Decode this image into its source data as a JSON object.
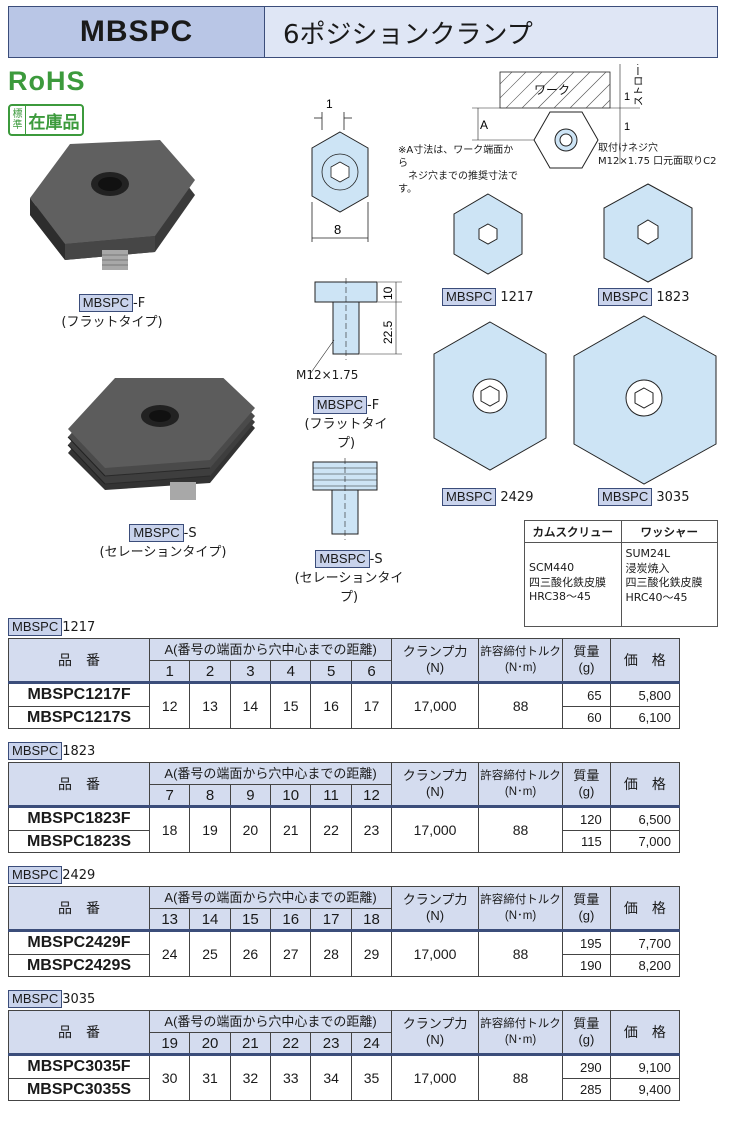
{
  "header": {
    "code": "MBSPC",
    "title": "6ポジションクランプ"
  },
  "badges": {
    "rohs": "RoHS",
    "std_top": "標",
    "std_bottom": "準",
    "stock": "在庫品"
  },
  "photos": {
    "flat_code": "MBSPC",
    "flat_suffix": "-F",
    "flat_type": "(フラットタイプ)",
    "serr_code": "MBSPC",
    "serr_suffix": "-S",
    "serr_type": "(セレーションタイプ)"
  },
  "drawing": {
    "dim_1": "1",
    "dim_8": "8",
    "dim_10": "10",
    "dim_22_5": "22.5",
    "thread": "M12×1.75",
    "flat_code": "MBSPC",
    "flat_suffix": "-F",
    "flat_type": "(フラットタイプ)",
    "serr_code": "MBSPC",
    "serr_suffix": "-S",
    "serr_type": "(セレーションタイプ)",
    "work": "ワーク",
    "stroke": "ストローク",
    "dim_A": "A",
    "note_1": "※A寸法は、ワーク端面から",
    "note_2": "ネジ穴までの推奨寸法です。",
    "screw_1": "取付けネジ穴",
    "screw_2": "M12×1.75 口元面取りC2"
  },
  "sizes": [
    {
      "code": "MBSPC",
      "size": "1217"
    },
    {
      "code": "MBSPC",
      "size": "1823"
    },
    {
      "code": "MBSPC",
      "size": "2429"
    },
    {
      "code": "MBSPC",
      "size": "3035"
    }
  ],
  "materials": {
    "headers": [
      "カムスクリュー",
      "ワッシャー"
    ],
    "cam": [
      "SCM440",
      "四三酸化鉄皮膜",
      "HRC38～45"
    ],
    "washer": [
      "SUM24L",
      "浸炭焼入",
      "四三酸化鉄皮膜",
      "HRC40～45"
    ]
  },
  "table_headers": {
    "model": "品　番",
    "a_dist": "A(番号の端面から穴中心までの距離)",
    "clamp": "クランプ力",
    "clamp_unit": "(N)",
    "torque": "許容締付トルク",
    "torque_unit": "(N･m)",
    "mass": "質量",
    "mass_unit": "(g)",
    "price": "価　格"
  },
  "tables": [
    {
      "code": "MBSPC",
      "size": "1217",
      "positions": [
        "1",
        "2",
        "3",
        "4",
        "5",
        "6"
      ],
      "a_values": [
        "12",
        "13",
        "14",
        "15",
        "16",
        "17"
      ],
      "clamp": "17,000",
      "torque": "88",
      "rows": [
        {
          "model": "MBSPC1217F",
          "mass": "65",
          "price": "5,800"
        },
        {
          "model": "MBSPC1217S",
          "mass": "60",
          "price": "6,100"
        }
      ]
    },
    {
      "code": "MBSPC",
      "size": "1823",
      "positions": [
        "7",
        "8",
        "9",
        "10",
        "11",
        "12"
      ],
      "a_values": [
        "18",
        "19",
        "20",
        "21",
        "22",
        "23"
      ],
      "clamp": "17,000",
      "torque": "88",
      "rows": [
        {
          "model": "MBSPC1823F",
          "mass": "120",
          "price": "6,500"
        },
        {
          "model": "MBSPC1823S",
          "mass": "115",
          "price": "7,000"
        }
      ]
    },
    {
      "code": "MBSPC",
      "size": "2429",
      "positions": [
        "13",
        "14",
        "15",
        "16",
        "17",
        "18"
      ],
      "a_values": [
        "24",
        "25",
        "26",
        "27",
        "28",
        "29"
      ],
      "clamp": "17,000",
      "torque": "88",
      "rows": [
        {
          "model": "MBSPC2429F",
          "mass": "195",
          "price": "7,700"
        },
        {
          "model": "MBSPC2429S",
          "mass": "190",
          "price": "8,200"
        }
      ]
    },
    {
      "code": "MBSPC",
      "size": "3035",
      "positions": [
        "19",
        "20",
        "21",
        "22",
        "23",
        "24"
      ],
      "a_values": [
        "30",
        "31",
        "32",
        "33",
        "34",
        "35"
      ],
      "clamp": "17,000",
      "torque": "88",
      "rows": [
        {
          "model": "MBSPC3035F",
          "mass": "290",
          "price": "9,100"
        },
        {
          "model": "MBSPC3035S",
          "mass": "285",
          "price": "9,400"
        }
      ]
    }
  ]
}
